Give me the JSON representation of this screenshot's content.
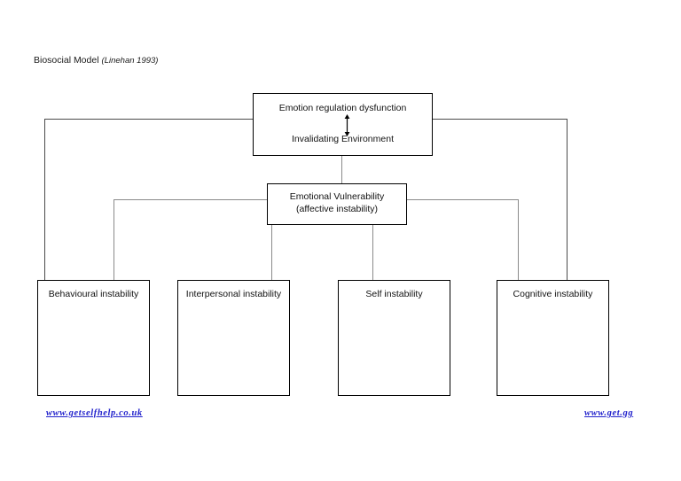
{
  "title": {
    "main": "Biosocial Model",
    "citation": "(Linehan 1993)"
  },
  "diagram": {
    "type": "flowchart",
    "top_box": {
      "upper_label": "Emotion regulation dysfunction",
      "lower_label": "Invalidating Environment",
      "relation": "bidirectional-arrow"
    },
    "middle_box": {
      "line1": "Emotional Vulnerability",
      "line2": "(affective instability)"
    },
    "outcomes": [
      {
        "label": "Behavioural instability"
      },
      {
        "label": "Interpersonal instability"
      },
      {
        "label": "Self instability"
      },
      {
        "label": "Cognitive instability"
      }
    ]
  },
  "footer": {
    "left_link": "www.getselfhelp.co.uk",
    "right_link": "www.get.gg",
    "link_color": "#2222cc"
  }
}
